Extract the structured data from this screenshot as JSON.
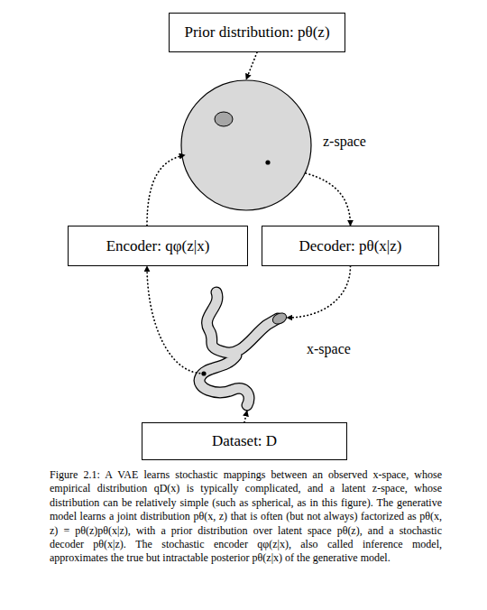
{
  "diagram": {
    "caption": "Figure 2.1: A VAE learns stochastic mappings between an observed x-space, whose empirical distribution qD(x) is typically complicated, and a latent z-space, whose distribution can be relatively simple (such as spherical, as in this figure). The generative model learns a joint distribution pθ(x, z) that is often (but not always) factorized as pθ(x, z) = pθ(z)pθ(x|z), with a prior distribution over latent space pθ(z), and a stochastic decoder pθ(x|z). The stochastic encoder qφ(z|x), also called inference model, approximates the true but intractable posterior pθ(z|x) of the generative model.",
    "nodes": [
      {
        "text": [
          "Prior distribution: pθ(z)"
        ]
      },
      {
        "text": [
          "z-space"
        ]
      },
      {
        "text": [
          "Encoder: qφ(z|x)"
        ]
      },
      {
        "text": [
          "Decoder: pθ(x|z)"
        ]
      },
      {
        "text": [
          "x-space"
        ]
      },
      {
        "text": [
          "Dataset: D"
        ]
      }
    ],
    "edges": [
      {
        "from": 0,
        "to": 1,
        "arrow": "to"
      },
      {
        "from": 2,
        "to": 1,
        "arrow": "to"
      },
      {
        "from": 1,
        "to": 3,
        "arrow": "to"
      },
      {
        "from": 3,
        "to": 4,
        "arrow": "to"
      },
      {
        "from": 4,
        "to": 2,
        "arrow": "to"
      },
      {
        "from": 5,
        "to": 4,
        "arrow": "to"
      }
    ]
  }
}
